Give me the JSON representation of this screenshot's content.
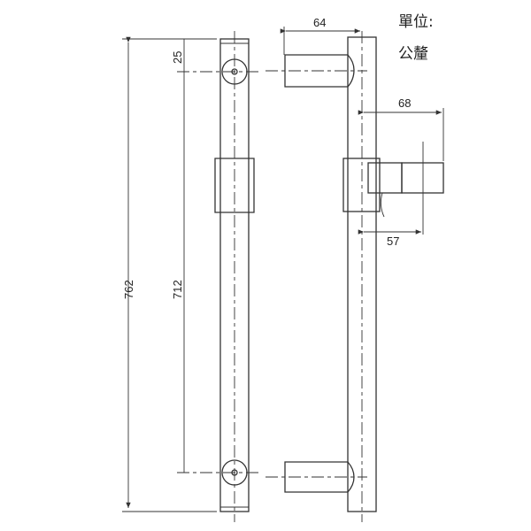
{
  "unit_label": {
    "line1": "單位:",
    "line2": "公釐"
  },
  "dimensions": {
    "total_length": "762",
    "mount_spacing": "712",
    "end_offset": "25",
    "projection": "64",
    "lock_depth": "68",
    "lock_center": "57"
  }
}
